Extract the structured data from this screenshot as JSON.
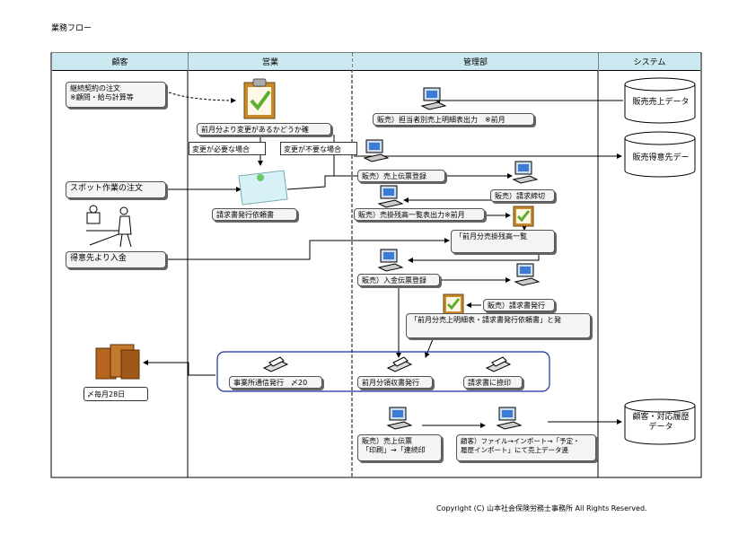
{
  "title": "業務フロー",
  "lanes": [
    "顧客",
    "営業",
    "管理部",
    "システム"
  ],
  "customer": {
    "order_contract": "継続契約の注文\n※顧問・給与計算等",
    "order_spot": "スポット作業の注文",
    "payment": "得意先より入金",
    "monthly_28": "〆毎月28日"
  },
  "sales": {
    "check_change": "前月分より変更があるかどうか確",
    "change_needed": "変更が必要な場合",
    "change_not_needed": "変更が不要な場合",
    "invoice_request": "請求書発行依頼書",
    "office_notice": "事業所通信発行　〆20"
  },
  "admin": {
    "sales_detail_output": "販売）担当者別売上明細表出力　※前月",
    "sales_entry": "販売）売上伝票登録",
    "billing_close": "販売）請求締切",
    "receivable_output": "販売）売掛残高一覧表出力※前月",
    "receivable_list": "「前月分売掛残高一覧",
    "payment_entry": "販売）入金伝票登録",
    "invoice_issue": "販売）請求書発行",
    "detail_request": "「前月分売上明細表・請求書発行依頼書」と発",
    "receipt_issue": "前月分領収書発行",
    "invoice_stamp": "請求書に捺印",
    "slip_print": "販売）売上伝票\n「印刷」→「連続印",
    "import": "顧客）ファイル→インポート→「予定・\n履歴インポート」にて売上データ連"
  },
  "system": {
    "sales_data": "販売売上データ",
    "customer_data": "販売得意先デー",
    "history_data": "顧客・対応履歴\nデータ"
  },
  "copyright": "Copyright (C) 山本社会保険労務士事務所 All Rights Reserved."
}
